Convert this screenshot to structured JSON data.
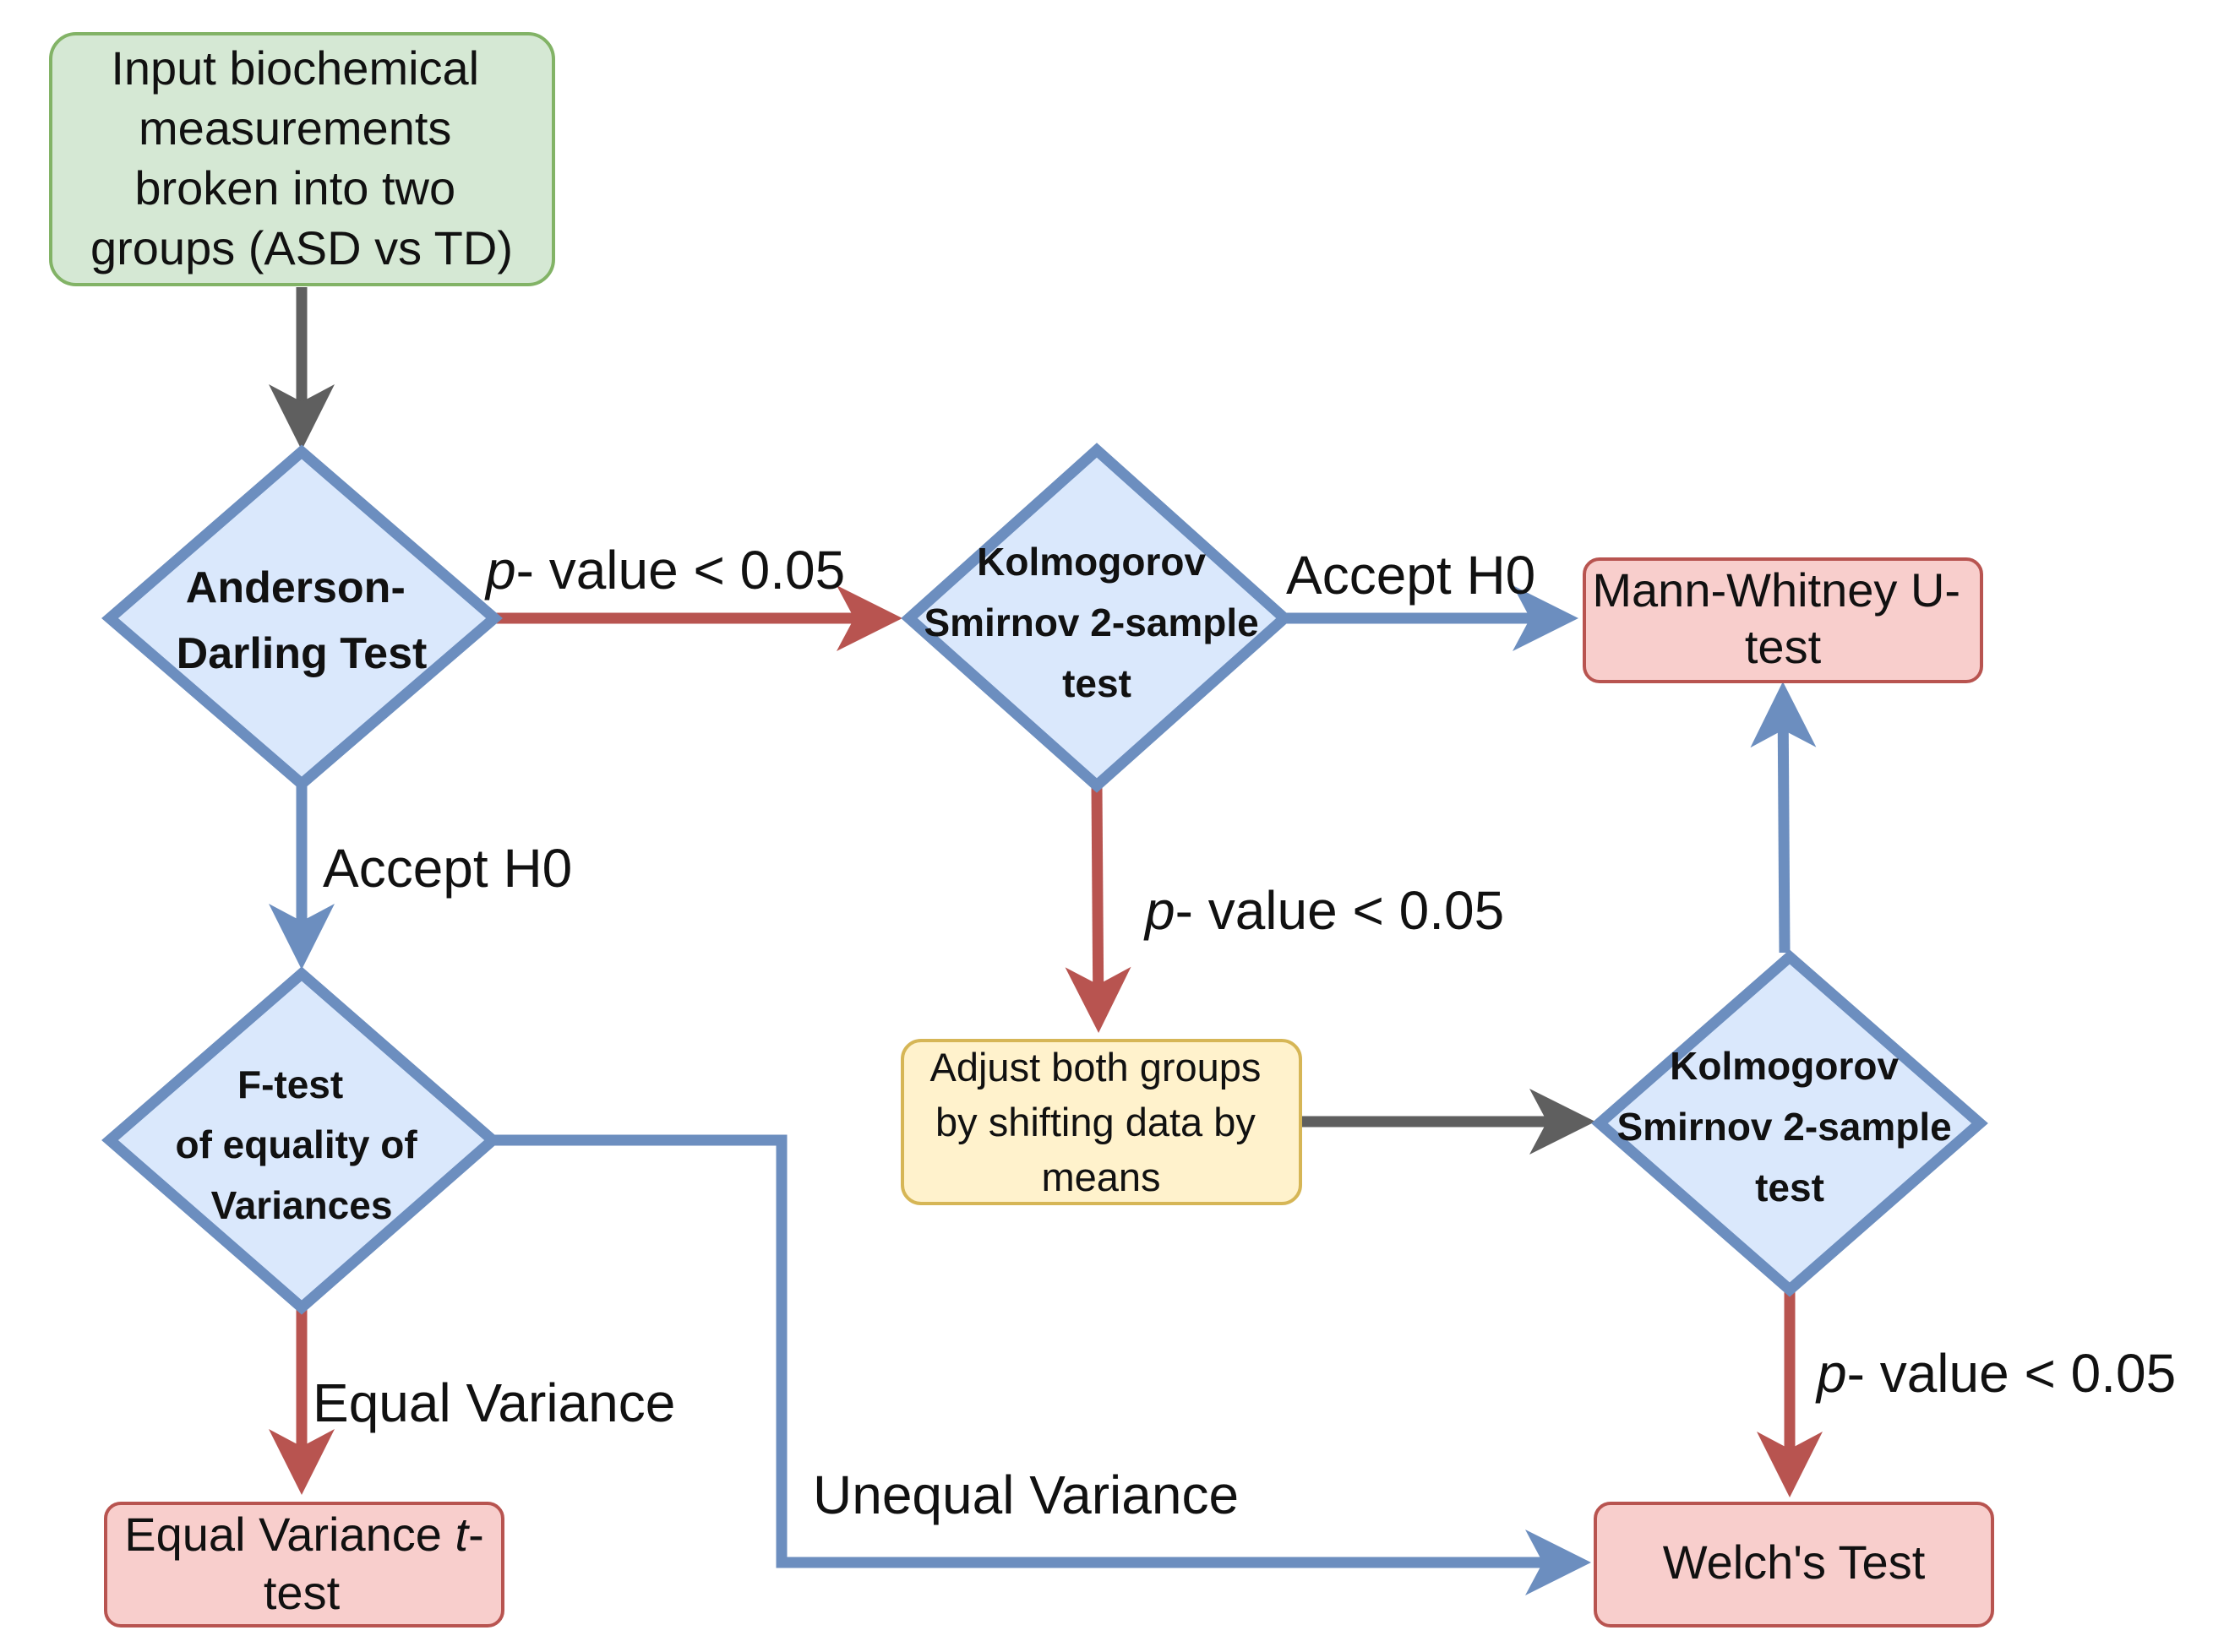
{
  "colors": {
    "start_fill": "#d5e8d4",
    "start_stroke": "#82b366",
    "decision_fill": "#dae8fc",
    "decision_stroke": "#6c8ebf",
    "end_fill": "#f8cecc",
    "end_stroke": "#b85450",
    "process_fill": "#fff2cc",
    "process_stroke": "#d6b656",
    "edge_gray": "#5f5f5f",
    "edge_red": "#b85450",
    "edge_blue": "#6c8ebf"
  },
  "nodes": {
    "input": {
      "lines": [
        "Input biochemical",
        "measurements",
        "broken into two",
        "groups (ASD vs TD)"
      ]
    },
    "anderson": {
      "lines": [
        "Anderson-",
        "Darling Test"
      ]
    },
    "ks1": {
      "lines": [
        "Kolmogorov",
        "Smirnov 2-sample",
        "test"
      ]
    },
    "ftest": {
      "lines": [
        "F-test",
        "of equality of",
        "Variances"
      ]
    },
    "adjust": {
      "lines": [
        "Adjust both groups",
        "by shifting data by",
        "means"
      ]
    },
    "ks2": {
      "lines": [
        "Kolmogorov",
        "Smirnov 2-sample",
        "test"
      ]
    },
    "mann": {
      "lines": [
        "Mann-Whitney U-",
        "test"
      ]
    },
    "welch": {
      "lines": [
        "Welch's Test"
      ]
    },
    "equal_t": {
      "line1_prefix": "Equal Variance ",
      "line1_italic": "t",
      "line1_suffix": "-",
      "line2": "test"
    }
  },
  "edge_labels": {
    "pvalue_italic": "p",
    "pvalue_rest": "- value < 0.05",
    "accept_h0": "Accept H0",
    "equal_variance": "Equal Variance",
    "unequal_variance": "Unequal Variance"
  }
}
